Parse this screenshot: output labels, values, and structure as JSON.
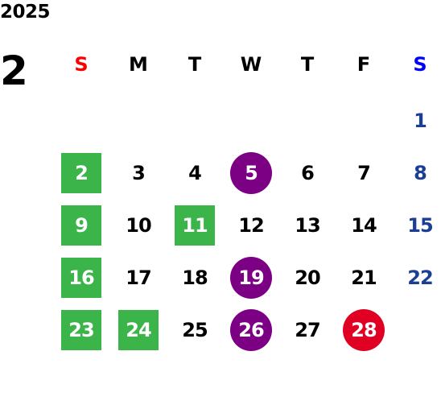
{
  "header": {
    "year": "2025",
    "month": "2"
  },
  "weekdays": [
    {
      "label": "S",
      "color": "#ff0000"
    },
    {
      "label": "M",
      "color": "#000000"
    },
    {
      "label": "T",
      "color": "#000000"
    },
    {
      "label": "W",
      "color": "#000000"
    },
    {
      "label": "T",
      "color": "#000000"
    },
    {
      "label": "F",
      "color": "#000000"
    },
    {
      "label": "S",
      "color": "#0000ff"
    }
  ],
  "colors": {
    "green_highlight": "#3bb54a",
    "purple_highlight": "#7b0083",
    "red_highlight": "#e00024",
    "saturday_text": "#1a3f95"
  },
  "days": [
    {
      "day": "1",
      "style": "sat"
    },
    {
      "day": "2",
      "style": "green"
    },
    {
      "day": "3",
      "style": "plain"
    },
    {
      "day": "4",
      "style": "plain"
    },
    {
      "day": "5",
      "style": "purple"
    },
    {
      "day": "6",
      "style": "plain"
    },
    {
      "day": "7",
      "style": "plain"
    },
    {
      "day": "8",
      "style": "sat"
    },
    {
      "day": "9",
      "style": "green"
    },
    {
      "day": "10",
      "style": "plain"
    },
    {
      "day": "11",
      "style": "green"
    },
    {
      "day": "12",
      "style": "plain"
    },
    {
      "day": "13",
      "style": "plain"
    },
    {
      "day": "14",
      "style": "plain"
    },
    {
      "day": "15",
      "style": "sat"
    },
    {
      "day": "16",
      "style": "green"
    },
    {
      "day": "17",
      "style": "plain"
    },
    {
      "day": "18",
      "style": "plain"
    },
    {
      "day": "19",
      "style": "purple"
    },
    {
      "day": "20",
      "style": "plain"
    },
    {
      "day": "21",
      "style": "plain"
    },
    {
      "day": "22",
      "style": "sat"
    },
    {
      "day": "23",
      "style": "green"
    },
    {
      "day": "24",
      "style": "green"
    },
    {
      "day": "25",
      "style": "plain"
    },
    {
      "day": "26",
      "style": "purple"
    },
    {
      "day": "27",
      "style": "plain"
    },
    {
      "day": "28",
      "style": "red"
    }
  ]
}
